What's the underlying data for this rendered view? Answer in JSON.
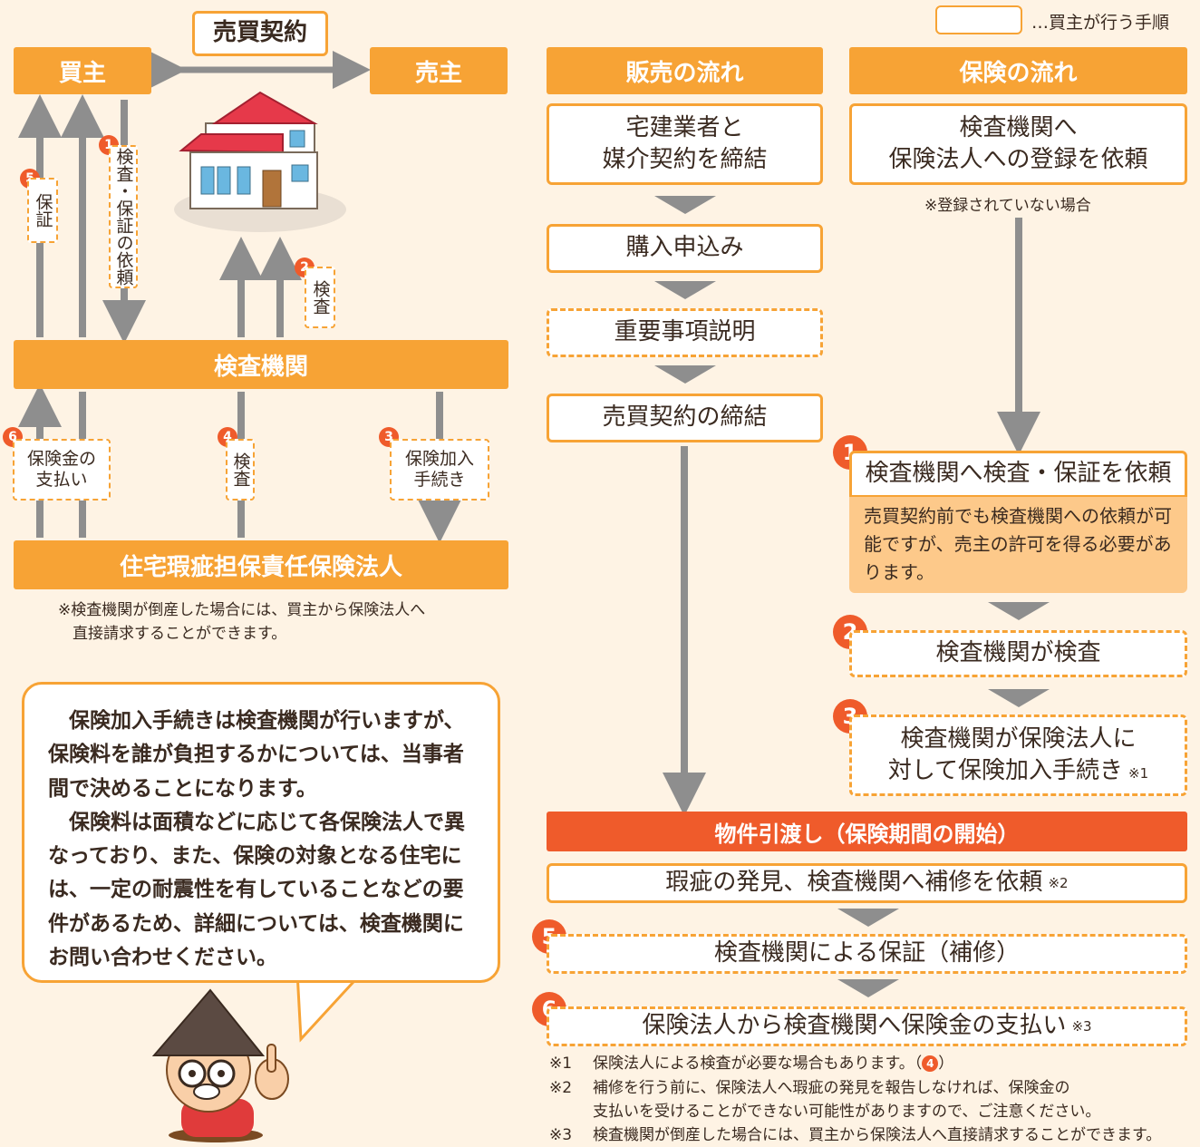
{
  "legend": {
    "text": "…買主が行う手順"
  },
  "left": {
    "contract_label": "売買契約",
    "buyer": "買主",
    "seller": "売主",
    "inspection_agency": "検査機関",
    "insurer": "住宅瑕疵担保責任保険法人",
    "steps": {
      "s1": {
        "num": "1",
        "text": "検査・保証の依頼"
      },
      "s2": {
        "num": "2",
        "text": "検査"
      },
      "s3": {
        "num": "3",
        "text": "保険加入手続き",
        "line1": "保険加入",
        "line2": "手続き"
      },
      "s4": {
        "num": "4",
        "text": "検査"
      },
      "s5": {
        "num": "5",
        "text": "保証"
      },
      "s6": {
        "num": "6",
        "text": "保険金の支払い",
        "line1": "保険金の",
        "line2": "支払い"
      }
    },
    "note_line1": "※検査機関が倒産した場合には、買主から保険法人へ",
    "note_line2": "直接請求することができます。",
    "speech": {
      "p1": "保険加入手続きは検査機関が行いますが、保険料を誰が負担するかについては、当事者間で決めることになります。",
      "p2": "保険料は面積などに応じて各保険法人で異なっており、また、保険の対象となる住宅には、一定の耐震性を有していることなどの要件があるため、詳細については、検査機関にお問い合わせください。"
    }
  },
  "sales": {
    "header": "販売の流れ",
    "step1_line1": "宅建業者と",
    "step1_line2": "媒介契約を締結",
    "step2": "購入申込み",
    "step3": "重要事項説明",
    "step4": "売買契約の締結"
  },
  "insurance": {
    "header": "保険の流れ",
    "step0_line1": "検査機関へ",
    "step0_line2": "保険法人への登録を依頼",
    "step0_note": "※登録されていない場合",
    "step1_num": "1",
    "step1": "検査機関へ検査・保証を依頼",
    "step1_detail": "売買契約前でも検査機関への依頼が可能ですが、売主の許可を得る必要があります。",
    "step2_num": "2",
    "step2": "検査機関が検査",
    "step3_num": "3",
    "step3_line1": "検査機関が保険法人に",
    "step3_line2": "対して保険加入手続き",
    "step3_ref": "※1"
  },
  "after": {
    "handover": "物件引渡し（保険期間の開始）",
    "defect": "瑕疵の発見、検査機関へ補修を依頼",
    "defect_ref": "※2",
    "step5_num": "5",
    "step5": "検査機関による保証（補修）",
    "step6_num": "6",
    "step6": "保険法人から検査機関へ保険金の支払い",
    "step6_ref": "※3"
  },
  "footnotes": {
    "n1_mark": "※1",
    "n1_text": "保険法人による検査が必要な場合もあります。（",
    "n1_num": "4",
    "n1_end": "）",
    "n2_mark": "※2",
    "n2_line1": "補修を行う前に、保険法人へ瑕疵の発見を報告しなければ、保険金の",
    "n2_line2": "支払いを受けることができない可能性がありますので、ご注意ください。",
    "n3_mark": "※3",
    "n3_text": "検査機関が倒産した場合には、買主から保険法人へ直接請求することができます。"
  },
  "colors": {
    "orange": "#f7a335",
    "red": "#ef5b2b",
    "gray": "#8e8e8e",
    "bg": "#fef3e4"
  }
}
